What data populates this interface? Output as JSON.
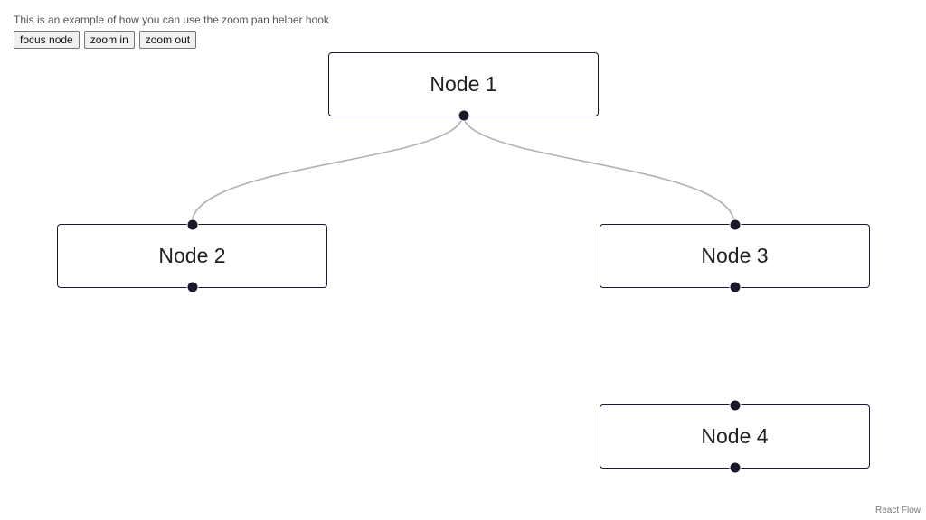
{
  "description": "This is an example of how you can use the zoom pan helper hook",
  "controls": {
    "focus_label": "focus node",
    "zoom_in_label": "zoom in",
    "zoom_out_label": "zoom out"
  },
  "nodes": [
    {
      "id": "1",
      "label": "Node 1"
    },
    {
      "id": "2",
      "label": "Node 2"
    },
    {
      "id": "3",
      "label": "Node 3"
    },
    {
      "id": "4",
      "label": "Node 4"
    }
  ],
  "edges": [
    {
      "source": "1",
      "target": "2"
    },
    {
      "source": "1",
      "target": "3"
    }
  ],
  "colors": {
    "node_border": "#1a192b",
    "edge": "#b1b1b7",
    "handle": "#1a192b"
  },
  "attribution": "React Flow"
}
